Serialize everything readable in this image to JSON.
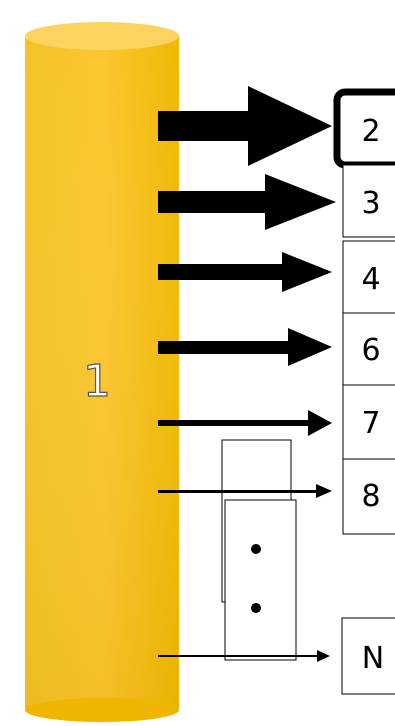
{
  "diagram": {
    "main_node": {
      "label": "1",
      "color_top": "#fbc531",
      "color_bottom": "#eeb600"
    },
    "target_nodes": [
      {
        "label": "2",
        "emphasis": "highlighted"
      },
      {
        "label": "3"
      },
      {
        "label": "4"
      },
      {
        "label": "6"
      },
      {
        "label": "7"
      },
      {
        "label": "8"
      },
      {
        "label": "N"
      }
    ],
    "ellipsis_marks": 2
  }
}
